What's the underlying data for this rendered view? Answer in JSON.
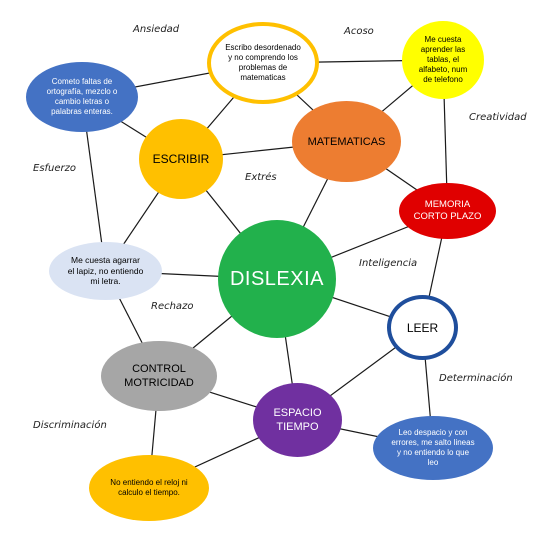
{
  "center": {
    "label": "DISLEXIA",
    "color": "#22b14c"
  },
  "nodes": {
    "escribir": {
      "label": "ESCRIBIR",
      "color": "#ffc000"
    },
    "matematicas": {
      "label": "MATEMATICAS",
      "color": "#ed7d31"
    },
    "memoria": {
      "label": "MEMORIA\nCORTO PLAZO",
      "color": "#e00000"
    },
    "leer": {
      "label": "LEER",
      "border_color": "#1f4e9c"
    },
    "espacio_tiempo": {
      "label": "ESPACIO\nTIEMPO",
      "color": "#7030a0"
    },
    "control_motricidad": {
      "label": "CONTROL\nMOTRICIDAD",
      "color": "#a6a6a6"
    },
    "agarrar_lapiz": {
      "label": "Me cuesta agarrar\nel lapiz, no entiendo\nmi letra.",
      "color": "#dae3f3"
    },
    "faltas_ortografia": {
      "label": "Cometo faltas de\nortografía, mezclo o\ncambio letras o\npalabras enteras.",
      "color": "#4472c4"
    },
    "escribo_desordenado": {
      "label": "Escribo desordenado\ny no comprendo los\nproblemas de\nmatematicas",
      "border_color": "#ffc000"
    },
    "aprender_tablas": {
      "label": "Me cuesta\naprender las\ntablas, el\nalfabeto, num\nde telefono",
      "color": "#ffff00"
    },
    "reloj": {
      "label": "No entiendo el reloj ni\ncalculo el tiempo.",
      "color": "#ffc000"
    },
    "leo_despacio": {
      "label": "Leo despacio y con\nerrores, me salto lineas\ny no entiendo lo que\nleo",
      "color": "#4472c4"
    }
  },
  "keywords": {
    "ansiedad": "Ansiedad",
    "acoso": "Acoso",
    "creatividad": "Creatividad",
    "esfuerzo": "Esfuerzo",
    "extres": "Extrés",
    "inteligencia": "Inteligencia",
    "rechazo": "Rechazo",
    "determinacion": "Determinación",
    "discriminacion": "Discriminación"
  },
  "connections": [
    [
      "dislexia",
      "escribir"
    ],
    [
      "dislexia",
      "matematicas"
    ],
    [
      "dislexia",
      "memoria"
    ],
    [
      "dislexia",
      "leer"
    ],
    [
      "dislexia",
      "espacio_tiempo"
    ],
    [
      "dislexia",
      "control_motricidad"
    ],
    [
      "dislexia",
      "agarrar_lapiz"
    ],
    [
      "escribir",
      "faltas_ortografia"
    ],
    [
      "escribir",
      "escribo_desordenado"
    ],
    [
      "escribir",
      "matematicas"
    ],
    [
      "escribir",
      "agarrar_lapiz"
    ],
    [
      "faltas_ortografia",
      "escribo_desordenado"
    ],
    [
      "faltas_ortografia",
      "agarrar_lapiz"
    ],
    [
      "escribo_desordenado",
      "matematicas"
    ],
    [
      "escribo_desordenado",
      "aprender_tablas"
    ],
    [
      "matematicas",
      "aprender_tablas"
    ],
    [
      "matematicas",
      "memoria"
    ],
    [
      "aprender_tablas",
      "memoria"
    ],
    [
      "memoria",
      "leer"
    ],
    [
      "leer",
      "leo_despacio"
    ],
    [
      "leer",
      "espacio_tiempo"
    ],
    [
      "espacio_tiempo",
      "leo_despacio"
    ],
    [
      "espacio_tiempo",
      "reloj"
    ],
    [
      "espacio_tiempo",
      "control_motricidad"
    ],
    [
      "control_motricidad",
      "agarrar_lapiz"
    ],
    [
      "control_motricidad",
      "reloj"
    ]
  ],
  "line_color": "#1a1a1a"
}
